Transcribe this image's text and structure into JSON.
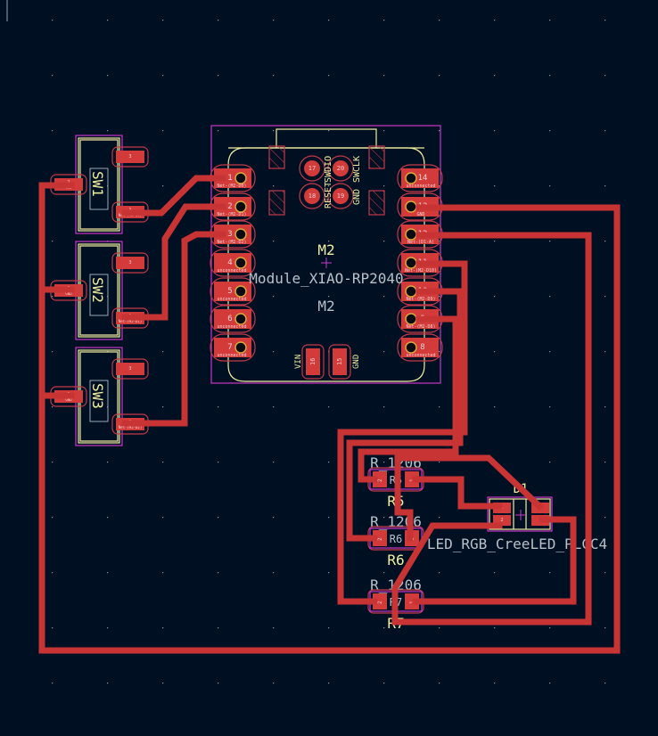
{
  "app": "PCB Editor",
  "colors": {
    "background": "#001023",
    "copper_front": "#c83434",
    "pad": "#d33a3a",
    "courtyard": "#c837c8",
    "silkscreen": "#f2eda1",
    "fabrication": "#b8c0c8"
  },
  "footprints": {
    "m2": {
      "reference": "M2",
      "value": "Module_XIAO-RP2040",
      "fab_reference": "M2",
      "left_pins": [
        {
          "num": "1",
          "net": "Net-(M2-D0)"
        },
        {
          "num": "2",
          "net": "Net-(M2-D1)"
        },
        {
          "num": "3",
          "net": "Net-(M2-D2)"
        },
        {
          "num": "4",
          "net": "unconnected"
        },
        {
          "num": "5",
          "net": "unconnected"
        },
        {
          "num": "6",
          "net": "unconnected"
        },
        {
          "num": "7",
          "net": "unconnected"
        }
      ],
      "right_pins": [
        {
          "num": "14",
          "net": "unconnected"
        },
        {
          "num": "13",
          "net": "GND"
        },
        {
          "num": "12",
          "net": "Net-(D1-A)"
        },
        {
          "num": "11",
          "net": "Net-(M2-D10)"
        },
        {
          "num": "10",
          "net": "Net-(M2-D9)"
        },
        {
          "num": "9",
          "net": "Net-(M2-D8)"
        },
        {
          "num": "8",
          "net": "unconnected"
        }
      ],
      "swd_pads": [
        {
          "num": "17"
        },
        {
          "num": "20"
        },
        {
          "num": "18"
        },
        {
          "num": "19"
        }
      ],
      "swd_labels": {
        "reset": "RESET",
        "swdio": "SWDIO",
        "gnd": "GND",
        "swclk": "SWCLK"
      },
      "bottom_pads": [
        {
          "num": "16",
          "label": "VIN"
        },
        {
          "num": "15",
          "label": "GND"
        }
      ]
    },
    "switches": [
      {
        "reference": "SW1",
        "pad1": {
          "num": "1",
          "net": "Net-(M2-D0)"
        },
        "pad2": {
          "num": "2",
          "net": "GND"
        },
        "pad3": {
          "num": "3",
          "net": "unconnected"
        }
      },
      {
        "reference": "SW2",
        "pad1": {
          "num": "1",
          "net": "Net-(M2-D1)"
        },
        "pad2": {
          "num": "2",
          "net": "GND"
        },
        "pad3": {
          "num": "3",
          "net": "unconnected"
        }
      },
      {
        "reference": "SW3",
        "pad1": {
          "num": "1",
          "net": "Net-(M2-D2)"
        },
        "pad2": {
          "num": "2",
          "net": "GND"
        },
        "pad3": {
          "num": "3",
          "net": "unconnected"
        }
      }
    ],
    "resistors": [
      {
        "reference": "R5",
        "value": "R_1206",
        "pad1": "1",
        "pad2": "2"
      },
      {
        "reference": "R6",
        "value": "R_1206",
        "pad1": "1",
        "pad2": "2"
      },
      {
        "reference": "R7",
        "value": "R_1206",
        "pad1": "1",
        "pad2": "2"
      }
    ],
    "led": {
      "reference": "D1",
      "value": "LED_RGB_CreeLED_PLCC4",
      "pads": [
        "1",
        "2",
        "3",
        "4"
      ]
    }
  }
}
